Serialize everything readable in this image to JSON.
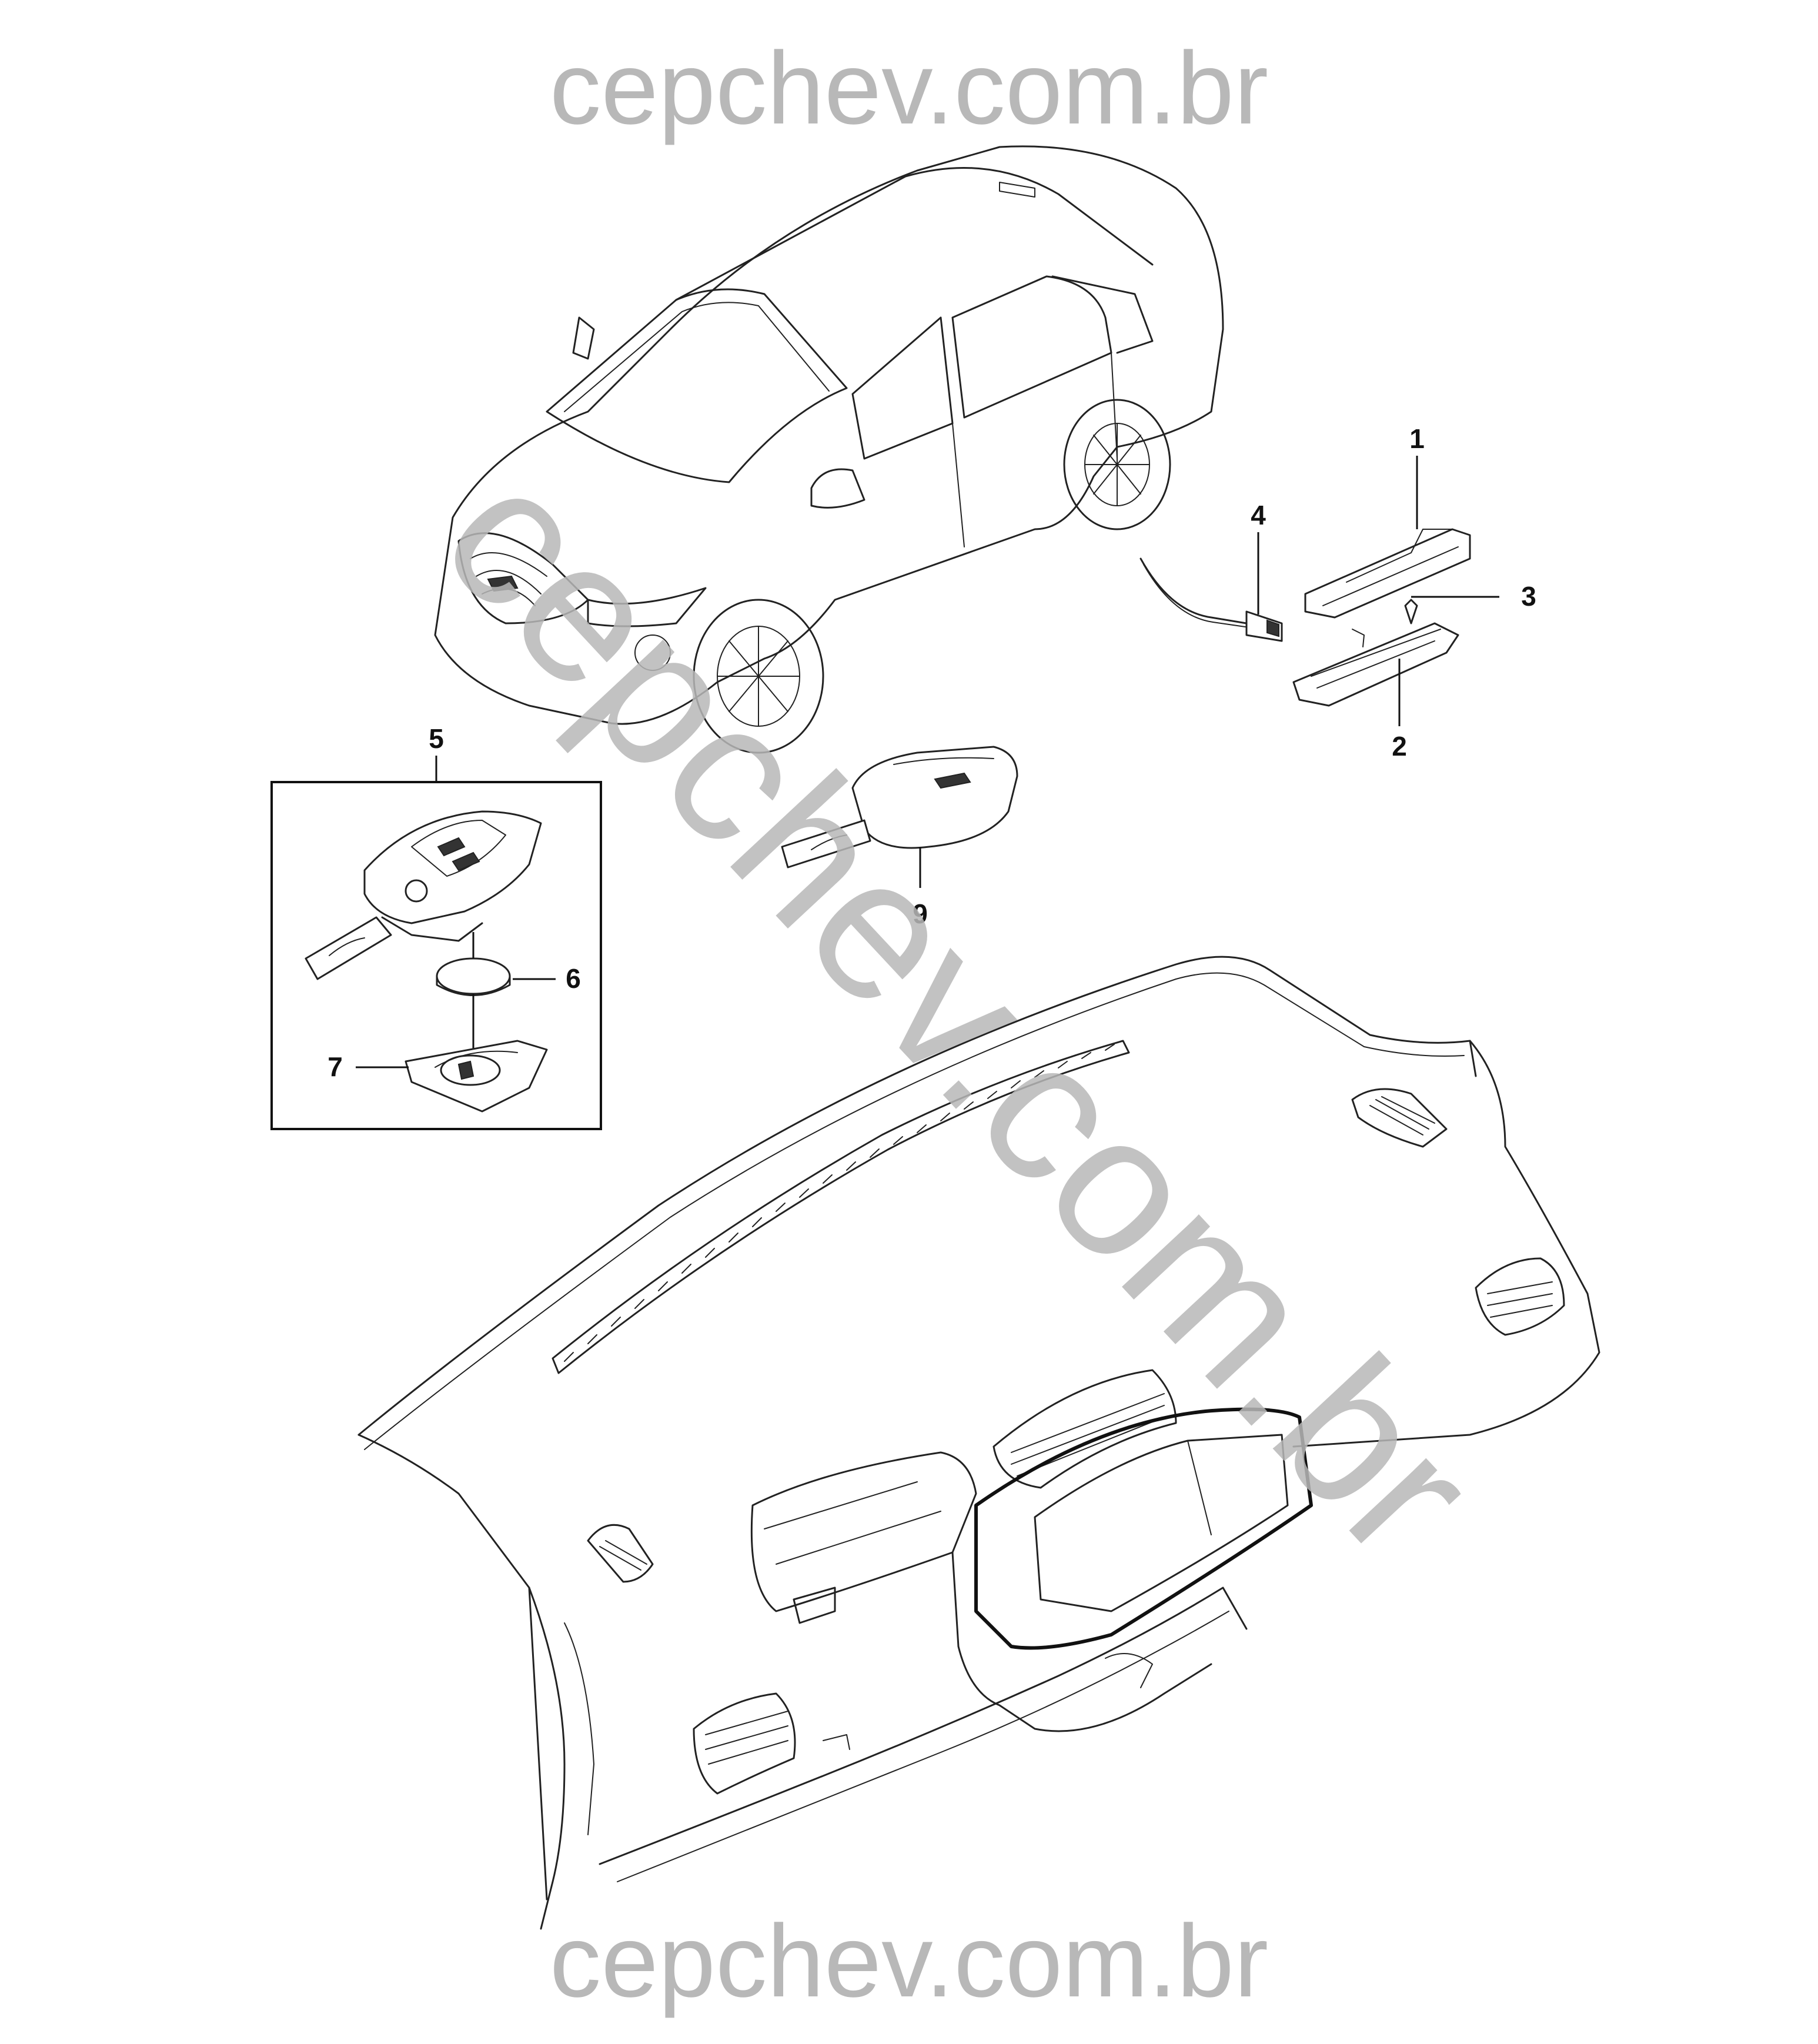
{
  "watermarks": {
    "top": "cepchev.com.br",
    "bottom": "cepchev.com.br",
    "diagonal": "cepchev.com.br"
  },
  "callouts": {
    "p1": "1",
    "p2": "2",
    "p3": "3",
    "p4": "4",
    "p5": "5",
    "p6": "6",
    "p7": "7",
    "p9": "9"
  },
  "colors": {
    "watermark": "#b8b8b8",
    "line_art": "#222222",
    "background": "#ffffff"
  }
}
